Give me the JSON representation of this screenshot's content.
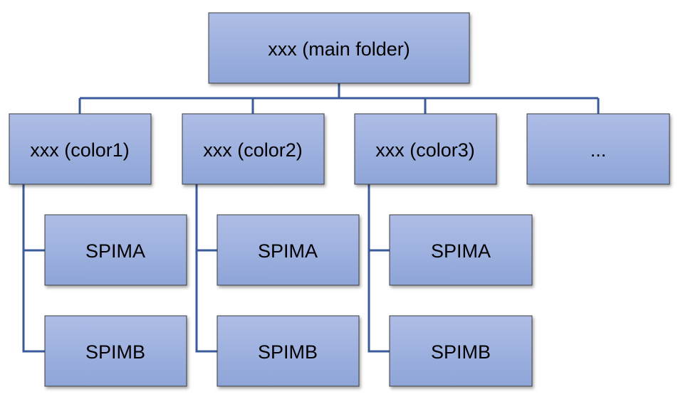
{
  "colors": {
    "box_fill_top": "#aebde6",
    "box_fill_bottom": "#8ea5d8",
    "box_border": "#3d3d3d",
    "connector": "#3a5a9b",
    "text": "#000000"
  },
  "diagram": {
    "root": {
      "label": "xxx (main folder)"
    },
    "branches": [
      {
        "label": "xxx (color1)",
        "children": [
          {
            "label": "SPIMA"
          },
          {
            "label": "SPIMB"
          }
        ]
      },
      {
        "label": "xxx (color2)",
        "children": [
          {
            "label": "SPIMA"
          },
          {
            "label": "SPIMB"
          }
        ]
      },
      {
        "label": "xxx (color3)",
        "children": [
          {
            "label": "SPIMA"
          },
          {
            "label": "SPIMB"
          }
        ]
      },
      {
        "label": "...",
        "children": []
      }
    ]
  }
}
